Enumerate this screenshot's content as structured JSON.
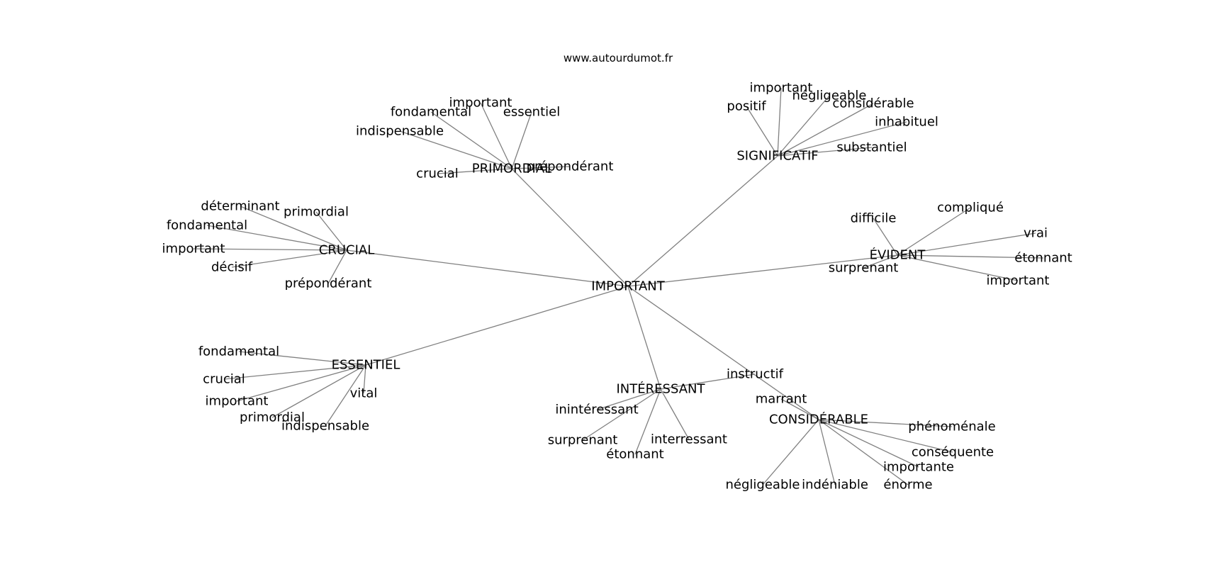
{
  "source": "www.autourdumot.fr",
  "center": "IMPORTANT",
  "clusters": [
    {
      "word": "PRIMORDIAL",
      "neighbors": [
        "fondamental",
        "important",
        "essentiel",
        "indispensable",
        "crucial",
        "prépondérant"
      ]
    },
    {
      "word": "SIGNIFICATIF",
      "neighbors": [
        "important",
        "négligeable",
        "positif",
        "considérable",
        "inhabituel",
        "substantiel"
      ]
    },
    {
      "word": "CRUCIAL",
      "neighbors": [
        "déterminant",
        "primordial",
        "fondamental",
        "important",
        "décisif",
        "prépondérant"
      ]
    },
    {
      "word": "ÉVIDENT",
      "neighbors": [
        "difficile",
        "compliqué",
        "vrai",
        "étonnant",
        "surprenant",
        "important"
      ]
    },
    {
      "word": "ESSENTIEL",
      "neighbors": [
        "fondamental",
        "crucial",
        "important",
        "vital",
        "primordial",
        "indispensable"
      ]
    },
    {
      "word": "INTÉRESSANT",
      "neighbors": [
        "instructif",
        "inintéressant",
        "surprenant",
        "étonnant",
        "interressant"
      ]
    },
    {
      "word": "CONSIDÉRABLE",
      "neighbors": [
        "marrant",
        "phénoménale",
        "conséquente",
        "importante",
        "négligeable",
        "indéniable",
        "énorme"
      ]
    }
  ]
}
